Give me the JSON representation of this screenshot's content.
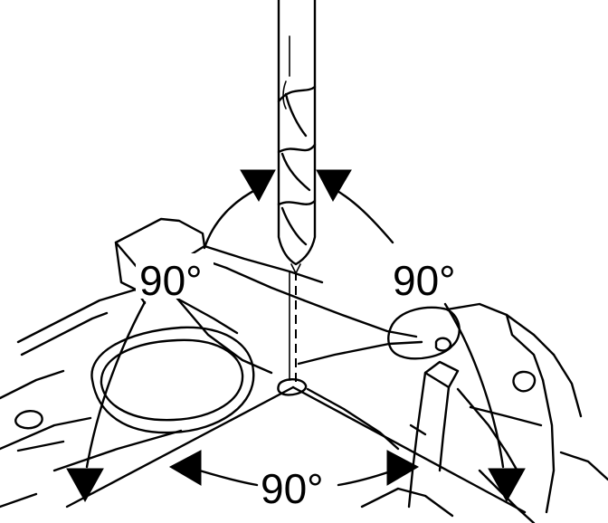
{
  "labels": {
    "angle_top_left": "90°",
    "angle_top_right": "90°",
    "angle_bottom": "90°"
  }
}
